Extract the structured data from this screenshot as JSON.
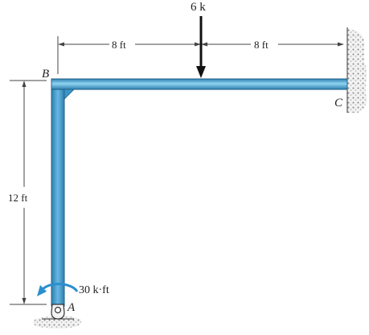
{
  "diagram": {
    "load_label": "6 k",
    "dim_left_label": "8 ft",
    "dim_right_label": "8 ft",
    "dim_height_label": "12 ft",
    "moment_label": "30 k·ft",
    "point_a": "A",
    "point_b": "B",
    "point_c": "C",
    "member_color": "#3c95c8",
    "member_highlight": "#8fd3f1",
    "arrow_color": "#2a8fd0"
  }
}
